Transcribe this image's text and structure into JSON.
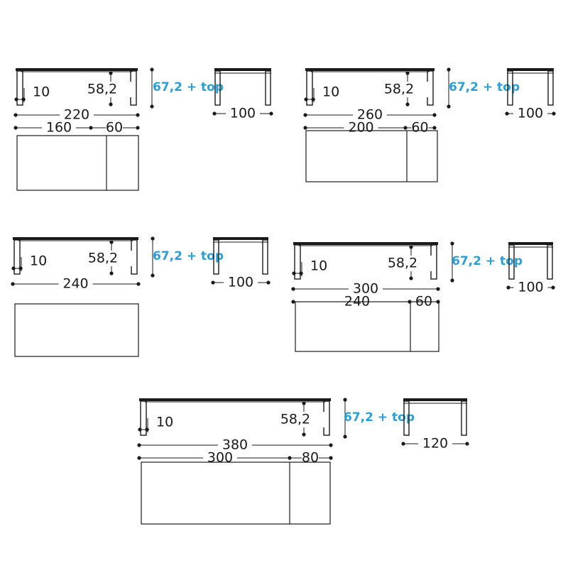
{
  "colors": {
    "line": "#1a1a1a",
    "accent": "#2a9fd6",
    "background": "#ffffff"
  },
  "tables": [
    {
      "foot_width": "10",
      "height": "58,2",
      "height_note": "67,2 + top",
      "length_total": "220",
      "base_length": "160",
      "extension_length": "60",
      "depth": "100"
    },
    {
      "foot_width": "10",
      "height": "58,2",
      "height_note": "67,2 + top",
      "length_total": "260",
      "base_length": "200",
      "extension_length": "60",
      "depth": "100"
    },
    {
      "foot_width": "10",
      "height": "58,2",
      "height_note": "67,2 + top",
      "length_total": "240",
      "depth": "100"
    },
    {
      "foot_width": "10",
      "height": "58,2",
      "height_note": "67,2 + top",
      "length_total": "300",
      "base_length": "240",
      "extension_length": "60",
      "depth": "100"
    },
    {
      "foot_width": "10",
      "height": "58,2",
      "height_note": "67,2 + top",
      "length_total": "380",
      "base_length": "300",
      "extension_length": "80",
      "depth": "120"
    }
  ]
}
